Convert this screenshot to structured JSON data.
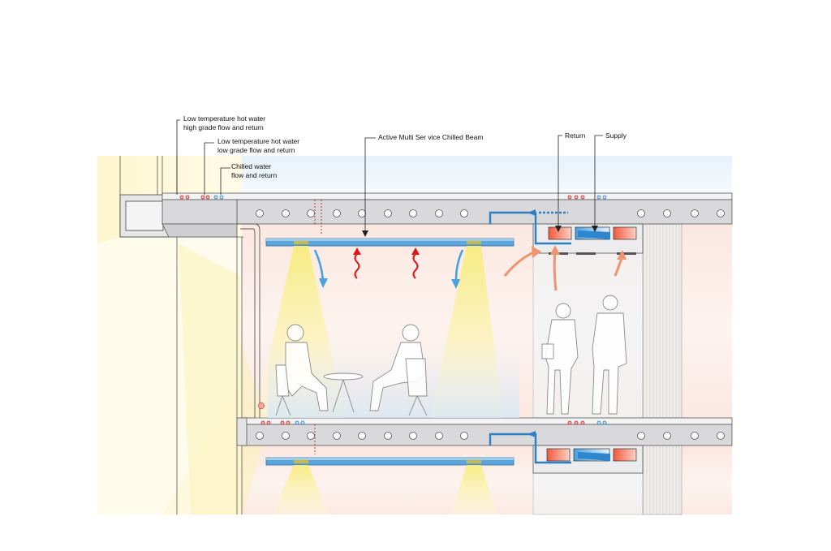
{
  "labels": {
    "lthw_high": [
      "Low temperature hot water",
      "high grade flow and return"
    ],
    "lthw_low": [
      "Low temperature hot water",
      "low grade flow and return"
    ],
    "chilled_water": [
      "Chilled water",
      "flow and return"
    ],
    "chilled_beam": "Active Multi Ser vice Chilled Beam",
    "return": "Return",
    "supply": "Supply"
  },
  "colors": {
    "background": "#ffffff",
    "slab": "#d9d9db",
    "chilled_beam": "#5ba7dd",
    "supply_air": "#58a9e0",
    "return_air": "#ee9470",
    "heat": "#d7191c",
    "duct_red": "#ee4a3a",
    "light_cone": "#fbf3a2",
    "room_wash": "#fbe7e1"
  }
}
